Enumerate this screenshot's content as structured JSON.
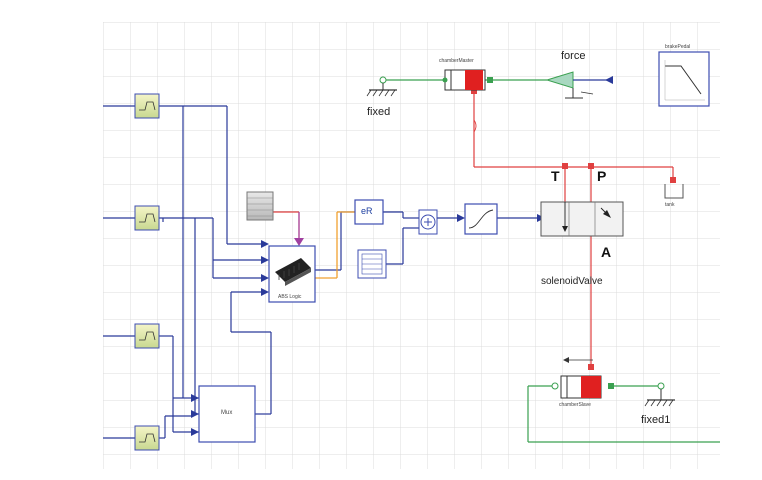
{
  "diagram": {
    "labels": {
      "fixed": "fixed",
      "fixed1": "fixed1",
      "force": "force",
      "T": "T",
      "P": "P",
      "A": "A",
      "solenoid_valve": "solenoidValve",
      "ecu": "ABS Logic",
      "mux": "Mux",
      "eR": "eR",
      "chamber_master": "chamberMaster",
      "chamber_slave": "chamberSlave",
      "brake_pedal": "brakePedal",
      "tank": "tank"
    },
    "colors": {
      "wire_signal": "#2a3a9a",
      "wire_hydraulic": "#e04040",
      "wire_mech": "#3aa050",
      "wire_orange": "#f0a030",
      "grid": "#d9d9d9",
      "block_border": "#3d4db0"
    },
    "icons": [
      "ground-icon",
      "chip-icon",
      "curve-icon",
      "cylinder-icon",
      "valve-icon",
      "tank-icon",
      "ramp-icon"
    ]
  }
}
